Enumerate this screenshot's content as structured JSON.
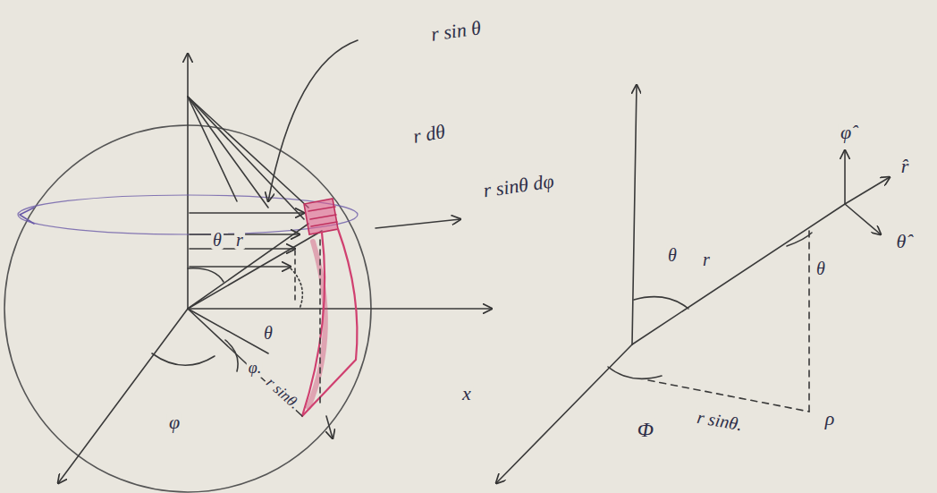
{
  "diagram": {
    "labels": [
      "r sin θ",
      "r dθ",
      "r sinθ dφ",
      "θ",
      "r",
      "θ",
      "φ",
      "φ.",
      "r sinθ.",
      "x",
      "φ̂",
      "r̂",
      "θ̂",
      "θ",
      "r",
      "θ",
      "Φ",
      "r sinθ.",
      "ρ"
    ]
  }
}
